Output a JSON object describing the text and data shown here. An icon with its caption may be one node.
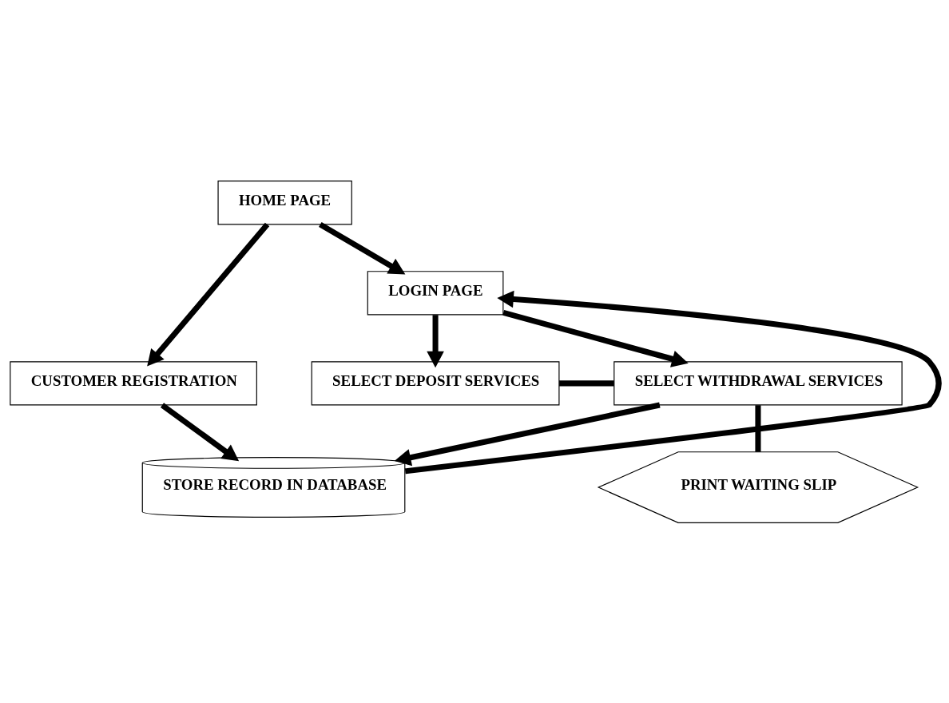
{
  "diagram": {
    "nodes": [
      {
        "text": [
          "HOME PAGE"
        ]
      },
      {
        "text": [
          "CUSTOMER REGISTRATION"
        ]
      },
      {
        "text": [
          "LOGIN PAGE"
        ]
      },
      {
        "text": [
          "SELECT DEPOSIT SERVICES"
        ]
      },
      {
        "text": [
          "SELECT WITHDRAWAL SERVICES"
        ]
      },
      {
        "text": [
          "PRINT WAITING SLIP"
        ]
      },
      {
        "text": [
          "STORE RECORD IN DATABASE"
        ]
      }
    ],
    "edges": [
      {
        "from": 0,
        "to": 2,
        "arrow": "to"
      },
      {
        "from": 0,
        "to": 1,
        "arrow": "to"
      },
      {
        "from": 2,
        "to": 3,
        "arrow": "to"
      },
      {
        "from": 2,
        "to": 4,
        "arrow": "to"
      },
      {
        "from": 3,
        "to": 4,
        "arrow": "none"
      },
      {
        "from": 4,
        "to": 5,
        "arrow": "none"
      },
      {
        "from": 4,
        "to": 6,
        "arrow": "to"
      },
      {
        "from": 1,
        "to": 6,
        "arrow": "to"
      },
      {
        "from": 6,
        "to": 2,
        "arrow": "to"
      }
    ]
  }
}
